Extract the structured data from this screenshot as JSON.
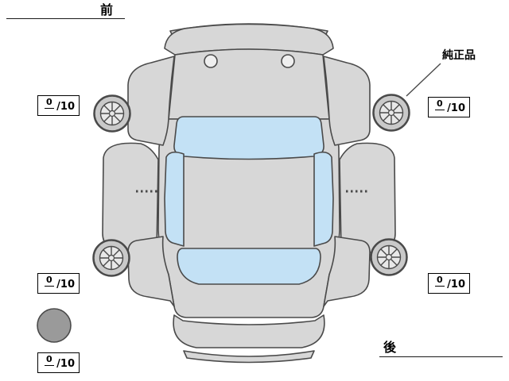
{
  "diagram_labels": {
    "front": "前",
    "rear": "後",
    "genuine_part": "純正品"
  },
  "tire_scores": {
    "front_left": {
      "value": "0",
      "scale": "/10"
    },
    "front_right": {
      "value": "0",
      "scale": "/10"
    },
    "rear_left": {
      "value": "0",
      "scale": "/10"
    },
    "rear_right": {
      "value": "0",
      "scale": "/10"
    },
    "spare": {
      "value": "0",
      "scale": "/10"
    }
  },
  "diagram": {
    "type": "car-top-view-expanded",
    "colors": {
      "body_fill": "#d7d7d7",
      "outline": "#4a4a4a",
      "glass_fill": "#c3e1f5",
      "wheel_tire_fill": "#c9c9c9",
      "wheel_rim_fill": "#e8e8e8",
      "spare_tire_fill": "#9a9a9a",
      "detail_fill": "#efefef"
    }
  }
}
